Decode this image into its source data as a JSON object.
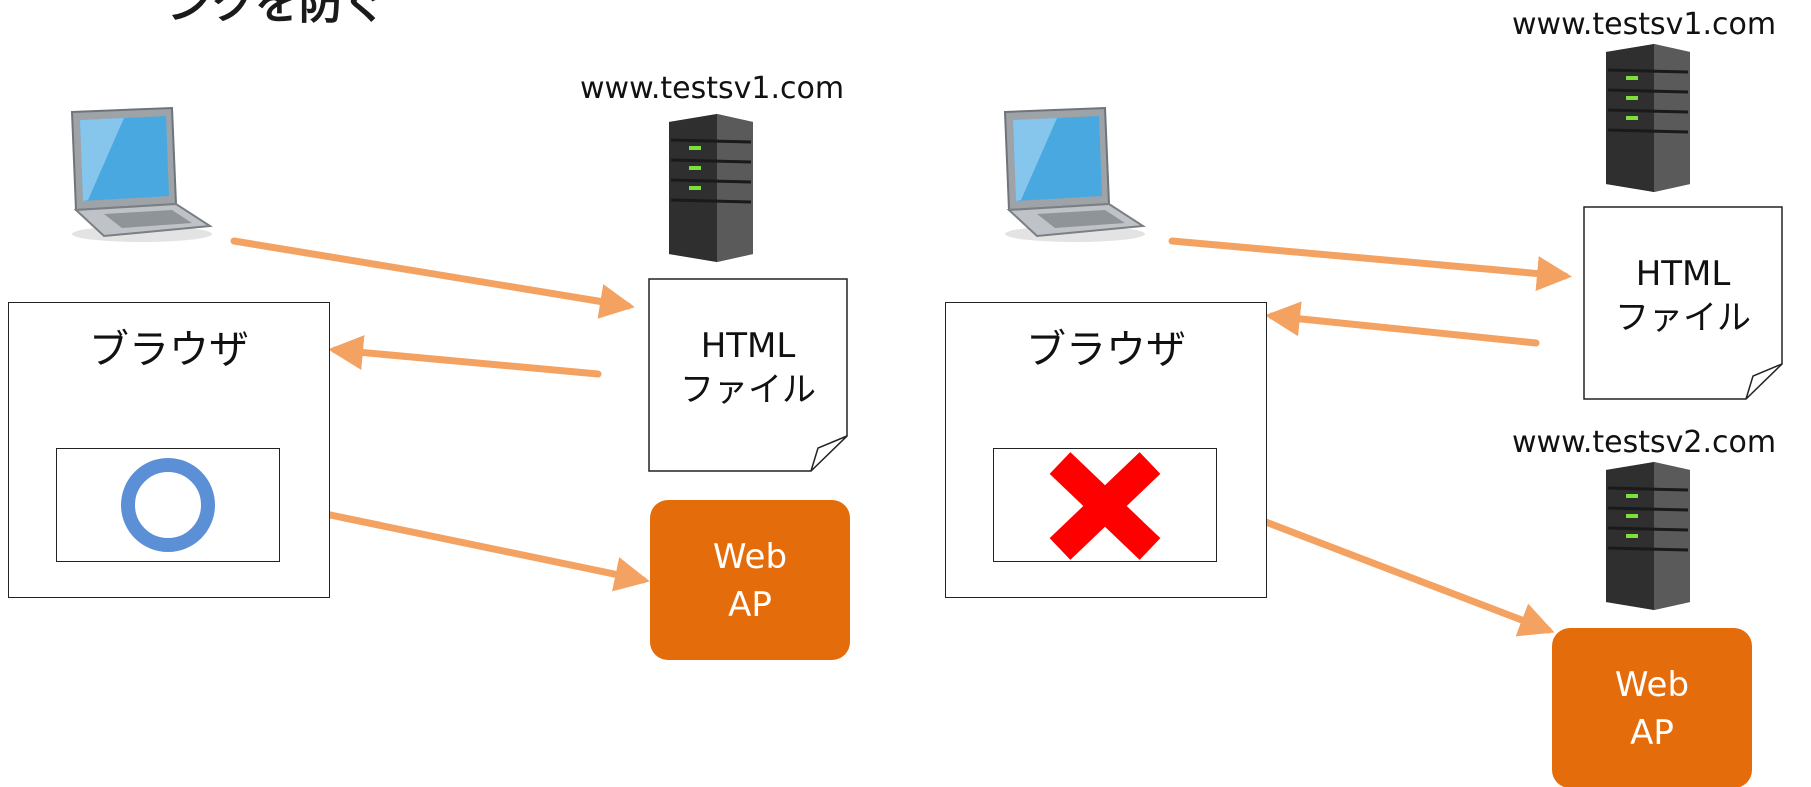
{
  "title": "ンクを防ぐ",
  "left": {
    "server_label": "www.testsv1.com",
    "browser_label": "ブラウザ",
    "html_file": [
      "HTML",
      "ファイル"
    ],
    "webap": [
      "Web",
      "AP"
    ],
    "result": "allowed"
  },
  "right": {
    "server1_label": "www.testsv1.com",
    "server2_label": "www.testsv2.com",
    "browser_label": "ブラウザ",
    "html_file": [
      "HTML",
      "ファイル"
    ],
    "webap": [
      "Web",
      "AP"
    ],
    "result": "blocked"
  },
  "colors": {
    "arrow": "#f4a261",
    "webap": "#e46c0a",
    "circle": "#5b8fd6",
    "cross": "#ff0000"
  }
}
